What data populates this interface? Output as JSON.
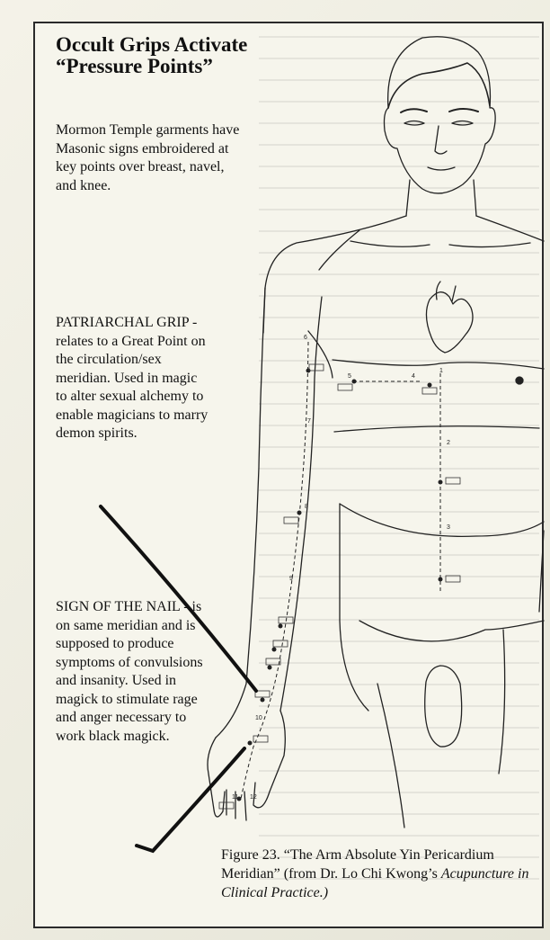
{
  "title_line1": "Occult Grips Activate",
  "title_line2": "“Pressure Points”",
  "intro": "Mormon Temple garments have Masonic signs embroidered at key points over breast, navel, and knee.",
  "patriarchal": "PATRIARCHAL GRIP - relates to a Great Point on the circulation/sex meridian. Used in magic to alter sexual alchemy to enable magicians to marry demon spirits.",
  "nail": "SIGN OF THE NAIL - is on same meridian and is supposed to produce symptoms of convulsions and insanity. Used in magick to stimulate rage and anger necessary to work black magick.",
  "caption": {
    "prefix": "Figure 23. “The Arm Absolute Yin Pericardium Meridian” (from Dr. Lo Chi Kwong’s ",
    "italic": "Acupuncture in Clinical Practice.)"
  },
  "points": {
    "p1": "1",
    "p2": "2",
    "p3": "3",
    "p4": "4",
    "p5": "5",
    "p6": "6",
    "p7": "7",
    "p8": "8",
    "p9": "9",
    "p10": "10",
    "p11": "11",
    "p12": "12"
  }
}
